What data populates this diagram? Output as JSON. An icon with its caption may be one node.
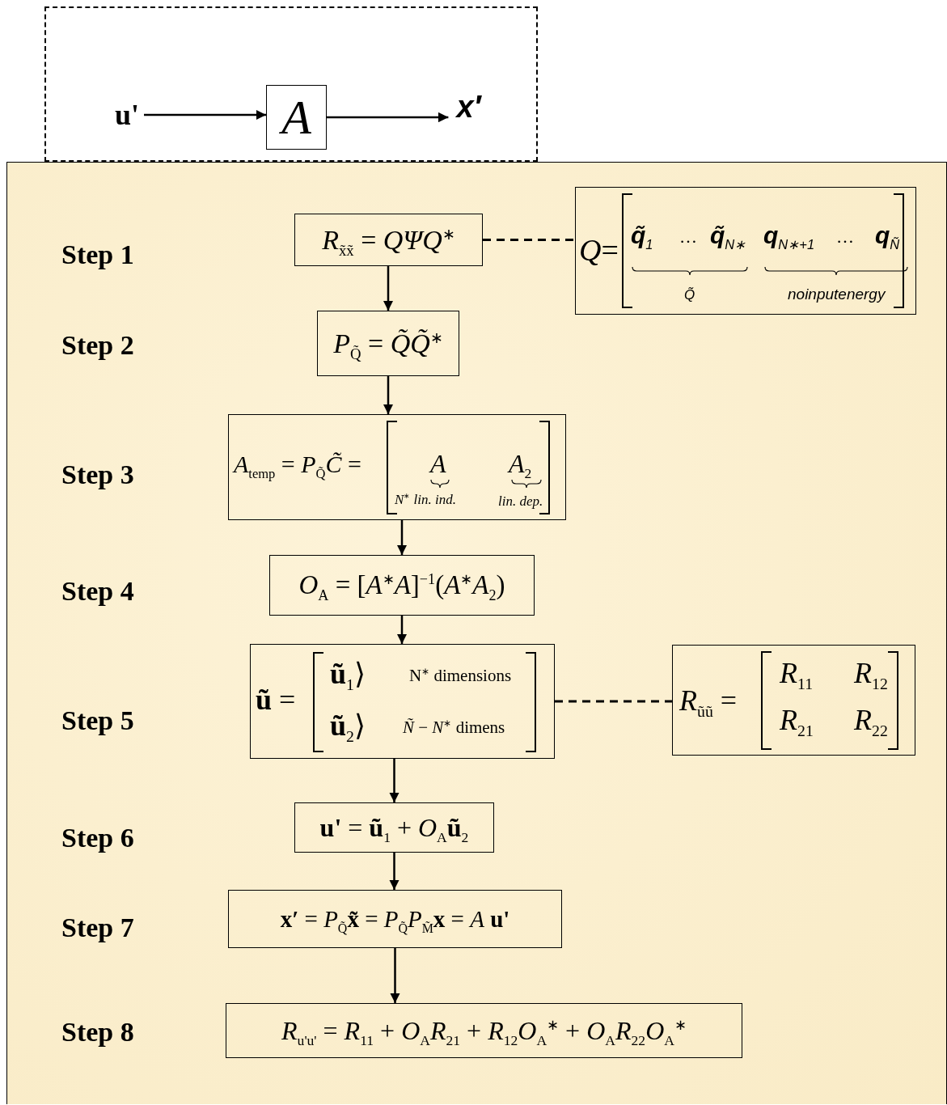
{
  "diagram": {
    "nodes": [
      {
        "text": [],
        "shape": "box"
      },
      {
        "text": [
          "u'"
        ],
        "in": 0
      },
      {
        "text": [
          "*A*"
        ],
        "in": 0
      },
      {
        "text": [
          "x′"
        ],
        "in": 0
      },
      {
        "text": [
          "*R*$_{x̃x̃}$ = *QΨQ*$^{∗}$"
        ]
      },
      {
        "text": [
          "*Q*=",
          "**q̃**$_{1}$",
          "…",
          "**q̃**$_{N∗}$",
          "**q**$_{N∗+1}$",
          "…",
          "**q**$_{Ñ}$",
          "Q̃",
          "noinputenergy"
        ]
      },
      {
        "text": [
          "*P*$_{Q̃}$ = *Q̃Q̃*$^{∗}$"
        ]
      },
      {
        "text": [
          "*A*$_{temp}$ = *P*$_{Q̃}$*C̃* =",
          "*A*",
          "*N*$^{∗}$ *lin. ind.*",
          "*A*$_{2}$",
          "*lin. dep.*"
        ]
      },
      {
        "text": [
          "*O*$_{A}$ = [*A*$^{∗}$*A*]$^{−1}$(*A*$^{∗}$*A*$_{2}$)"
        ]
      },
      {
        "text": [
          "**ũ** =",
          "**ũ**$_{1}$⟩",
          "N$^{∗}$ dimensions",
          "**ũ**$_{2}$⟩",
          "*Ñ* − *N*$^{∗}$ dimens"
        ]
      },
      {
        "text": [
          "*R*$_{ũũ}$ =",
          "*R*$_{11}$",
          "*R*$_{12}$",
          "*R*$_{21}$",
          "*R*$_{22}$"
        ]
      },
      {
        "text": [
          "**u'** = **ũ**$_{1}$ + *O*$_{A}$**ũ**$_{2}$"
        ]
      },
      {
        "text": [
          "**x′** = *P*$_{Q̃}$**x̃** = *P*$_{Q̃}$*P*$_{M̃}$**x** = *A* **u'**"
        ]
      },
      {
        "text": [
          "*R*$_{u'u'}$ = *R*$_{11}$ + *O*$_{A}$*R*$_{21}$ + *R*$_{12}$*O*$_{A}$$^{∗}$ + *O*$_{A}$*R*$_{22}$*O*$_{A}$$^{∗}$"
        ]
      }
    ],
    "labels": [
      "Step 1",
      "Step 2",
      "Step 3",
      "Step 4",
      "Step 5",
      "Step 6",
      "Step 7",
      "Step 8"
    ],
    "edges": [
      {
        "from": 1,
        "to": 2,
        "arrow": "to"
      },
      {
        "from": 2,
        "to": 3,
        "arrow": "to"
      },
      {
        "from": 4,
        "to": 5,
        "arrow": "none",
        "style": "dashed"
      },
      {
        "from": 4,
        "to": 6,
        "arrow": "to"
      },
      {
        "from": 6,
        "to": 7,
        "arrow": "to"
      },
      {
        "from": 7,
        "to": 8,
        "arrow": "to"
      },
      {
        "from": 8,
        "to": 9,
        "arrow": "to"
      },
      {
        "from": 9,
        "to": 10,
        "arrow": "none",
        "style": "dashed"
      },
      {
        "from": 9,
        "to": 11,
        "arrow": "to"
      },
      {
        "from": 11,
        "to": 12,
        "arrow": "to"
      },
      {
        "from": 12,
        "to": 13,
        "arrow": "to"
      }
    ]
  }
}
